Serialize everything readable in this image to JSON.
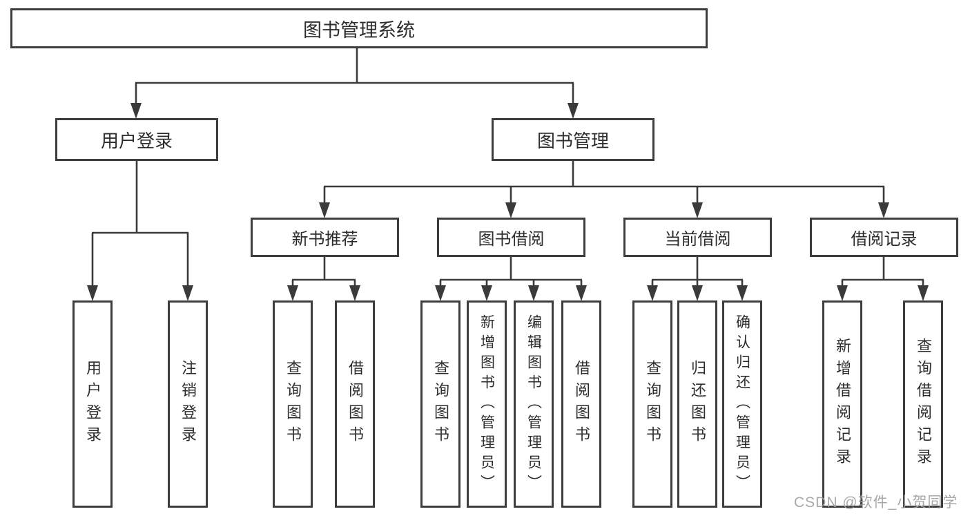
{
  "nodes": {
    "root": "图书管理系统",
    "user_login": "用户登录",
    "book_mgmt": "图书管理",
    "new_book_rec": "新书推荐",
    "book_borrow": "图书借阅",
    "current_borrow": "当前借阅",
    "borrow_record": "借阅记录",
    "leaf_user_login": "用户登录",
    "leaf_logout": "注销登录",
    "leaf_rec_query": "查询图书",
    "leaf_rec_borrow": "借阅图书",
    "leaf_bb_query": "查询图书",
    "leaf_bb_add": "新增图书（管理员）",
    "leaf_bb_edit": "编辑图书（管理员）",
    "leaf_bb_borrow": "借阅图书",
    "leaf_cb_query": "查询图书",
    "leaf_cb_return": "归还图书",
    "leaf_cb_confirm": "确认归还（管理员）",
    "leaf_br_add": "新增借阅记录",
    "leaf_br_query": "查询借阅记录"
  },
  "hierarchy": {
    "图书管理系统": {
      "用户登录": [
        "用户登录",
        "注销登录"
      ],
      "图书管理": {
        "新书推荐": [
          "查询图书",
          "借阅图书"
        ],
        "图书借阅": [
          "查询图书",
          "新增图书（管理员）",
          "编辑图书（管理员）",
          "借阅图书"
        ],
        "当前借阅": [
          "查询图书",
          "归还图书",
          "确认归还（管理员）"
        ],
        "借阅记录": [
          "新增借阅记录",
          "查询借阅记录"
        ]
      }
    }
  },
  "watermark": "CSDN @软件_小贺同学",
  "colors": {
    "line": "#3a3a3a",
    "box_border": "#3d3d3d",
    "text": "#2d2d2d",
    "watermark": "#9e9e9e",
    "background": "#ffffff"
  }
}
